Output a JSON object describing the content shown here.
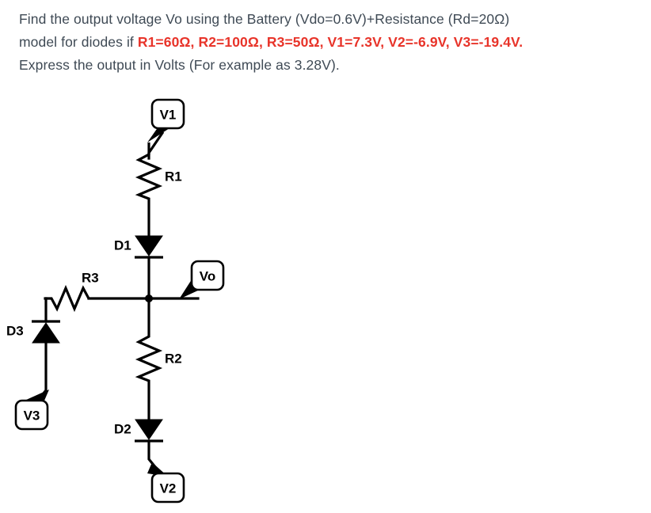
{
  "question": {
    "line1_pre": "Find the output voltage Vo using the Battery (Vdo=0.6V)+Resistance (Rd=20Ω)",
    "line2_pre": "model for diodes if ",
    "line2_highlight": "R1=60Ω, R2=100Ω, R3=50Ω, V1=7.3V, V2=-6.9V, V3=-19.4V.",
    "line3": "Express the output in Volts (For example as 3.28V).",
    "text_color": "#3f4a55",
    "highlight_color": "#e8342a"
  },
  "circuit": {
    "title": "diode-resistor-network",
    "labels": {
      "v1": "V1",
      "v2": "V2",
      "v3": "V3",
      "vo": "Vo",
      "r1": "R1",
      "r2": "R2",
      "r3": "R3",
      "d1": "D1",
      "d2": "D2",
      "d3": "D3"
    },
    "components": [
      {
        "id": "V1",
        "type": "source-tag",
        "label": "V1",
        "connects_to": "R1-top"
      },
      {
        "id": "R1",
        "type": "resistor",
        "label": "R1",
        "orientation": "vertical",
        "value": "60Ω"
      },
      {
        "id": "D1",
        "type": "diode",
        "label": "D1",
        "orientation": "vertical",
        "direction": "down",
        "cathode": "bottom"
      },
      {
        "id": "Vo",
        "type": "output-tag",
        "label": "Vo",
        "connects_to": "center-node"
      },
      {
        "id": "R3",
        "type": "resistor",
        "label": "R3",
        "orientation": "horizontal",
        "value": "50Ω"
      },
      {
        "id": "D3",
        "type": "diode",
        "label": "D3",
        "orientation": "vertical",
        "direction": "up",
        "cathode": "top"
      },
      {
        "id": "V3",
        "type": "source-tag",
        "label": "V3",
        "connects_to": "D3-anode"
      },
      {
        "id": "R2",
        "type": "resistor",
        "label": "R2",
        "orientation": "vertical",
        "value": "100Ω"
      },
      {
        "id": "D2",
        "type": "diode",
        "label": "D2",
        "orientation": "vertical",
        "direction": "down",
        "cathode": "bottom"
      },
      {
        "id": "V2",
        "type": "source-tag",
        "label": "V2",
        "connects_to": "D2-cathode"
      }
    ],
    "wire_color": "#000000"
  }
}
